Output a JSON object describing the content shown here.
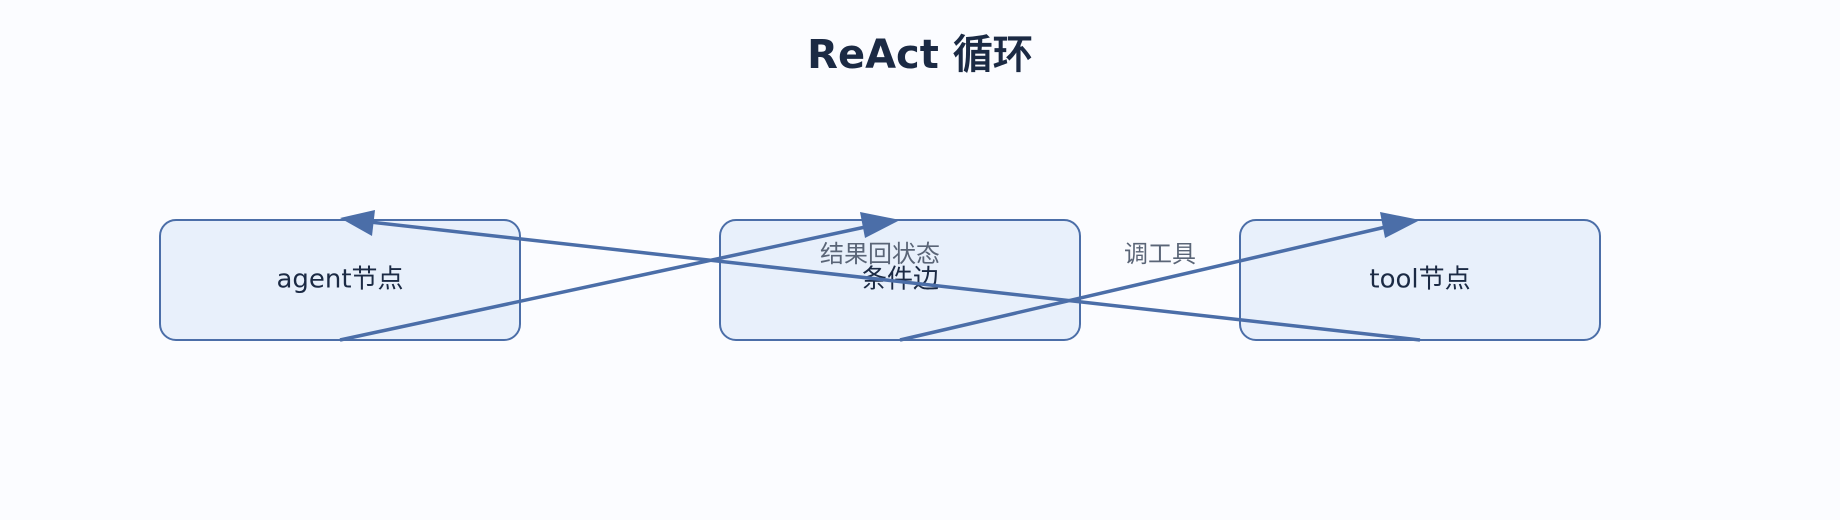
{
  "title": "ReAct 循环",
  "nodes": {
    "agent": "agent节点",
    "condition": "条件边",
    "tool": "tool节点"
  },
  "edges": {
    "result_back": "结果回状态",
    "call_tool": "调工具"
  },
  "colors": {
    "node_fill": "#e8f0fb",
    "node_stroke": "#4b6ea8",
    "edge": "#4b6ea8",
    "title": "#1b2a44",
    "edge_label": "#5a6577"
  }
}
